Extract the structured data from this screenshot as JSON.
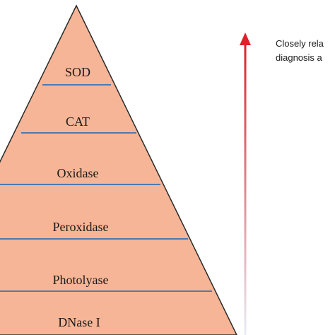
{
  "pyramid": {
    "fill_color": "#f6b596",
    "outline_color": "#2a2a2a",
    "divider_color": "#4f79b0",
    "levels": [
      {
        "label": "SOD"
      },
      {
        "label": "CAT"
      },
      {
        "label": "Oxidase"
      },
      {
        "label": "Peroxidase"
      },
      {
        "label": "Photolyase"
      },
      {
        "label": "DNase I"
      }
    ]
  },
  "arrow": {
    "top_color": "#e0202a",
    "bottom_color": "#e8eef7",
    "caption_line1": "Closely rela",
    "caption_line2": "diagnosis a"
  }
}
